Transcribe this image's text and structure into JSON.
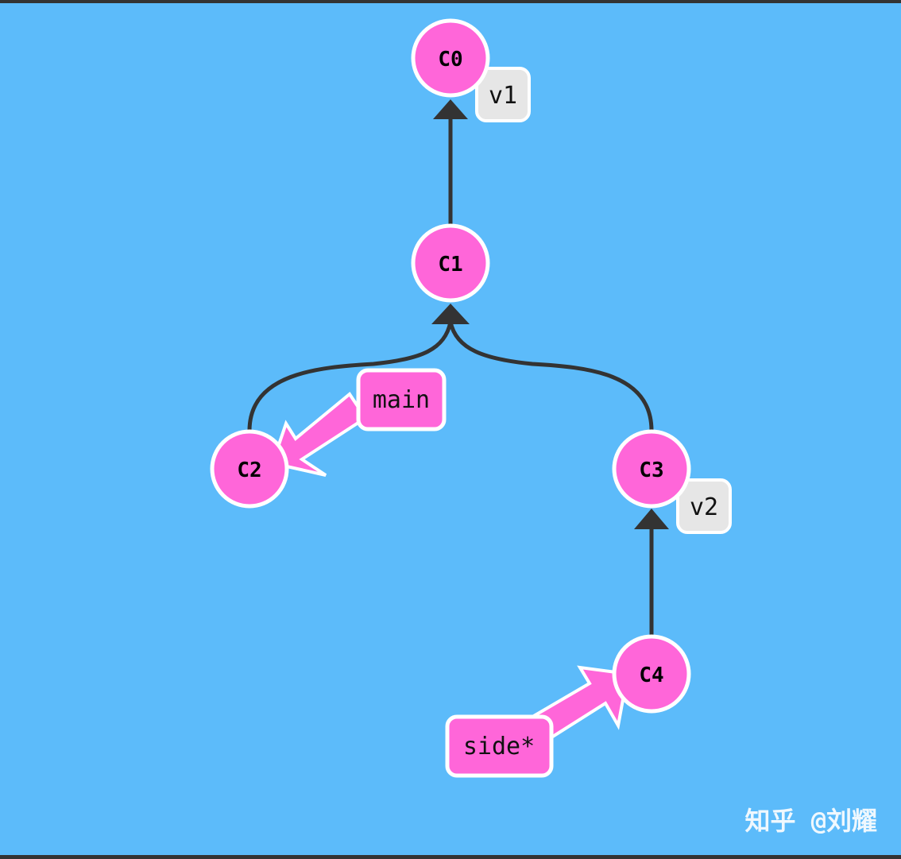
{
  "colors": {
    "background": "#5cbbfa",
    "frame": "#333333",
    "commit_fill": "#ff66d9",
    "commit_stroke": "#ffffff",
    "edge": "#333333",
    "tag_fill": "#e6e6e6",
    "tag_stroke": "#ffffff",
    "branch_fill": "#ff66d9",
    "branch_stroke": "#ffffff",
    "watermark": "#ffffff"
  },
  "commits": [
    {
      "id": "c0",
      "label": "C0"
    },
    {
      "id": "c1",
      "label": "C1"
    },
    {
      "id": "c2",
      "label": "C2"
    },
    {
      "id": "c3",
      "label": "C3"
    },
    {
      "id": "c4",
      "label": "C4"
    }
  ],
  "edges": [
    {
      "from": "C1",
      "to": "C0"
    },
    {
      "from": "C2",
      "to": "C1"
    },
    {
      "from": "C3",
      "to": "C1"
    },
    {
      "from": "C4",
      "to": "C3"
    }
  ],
  "tags": [
    {
      "name": "v1",
      "commit": "C0"
    },
    {
      "name": "v2",
      "commit": "C3"
    }
  ],
  "branches": [
    {
      "name": "main",
      "commit": "C2"
    },
    {
      "name": "side*",
      "commit": "C4"
    }
  ],
  "watermark": "知乎 @刘耀"
}
